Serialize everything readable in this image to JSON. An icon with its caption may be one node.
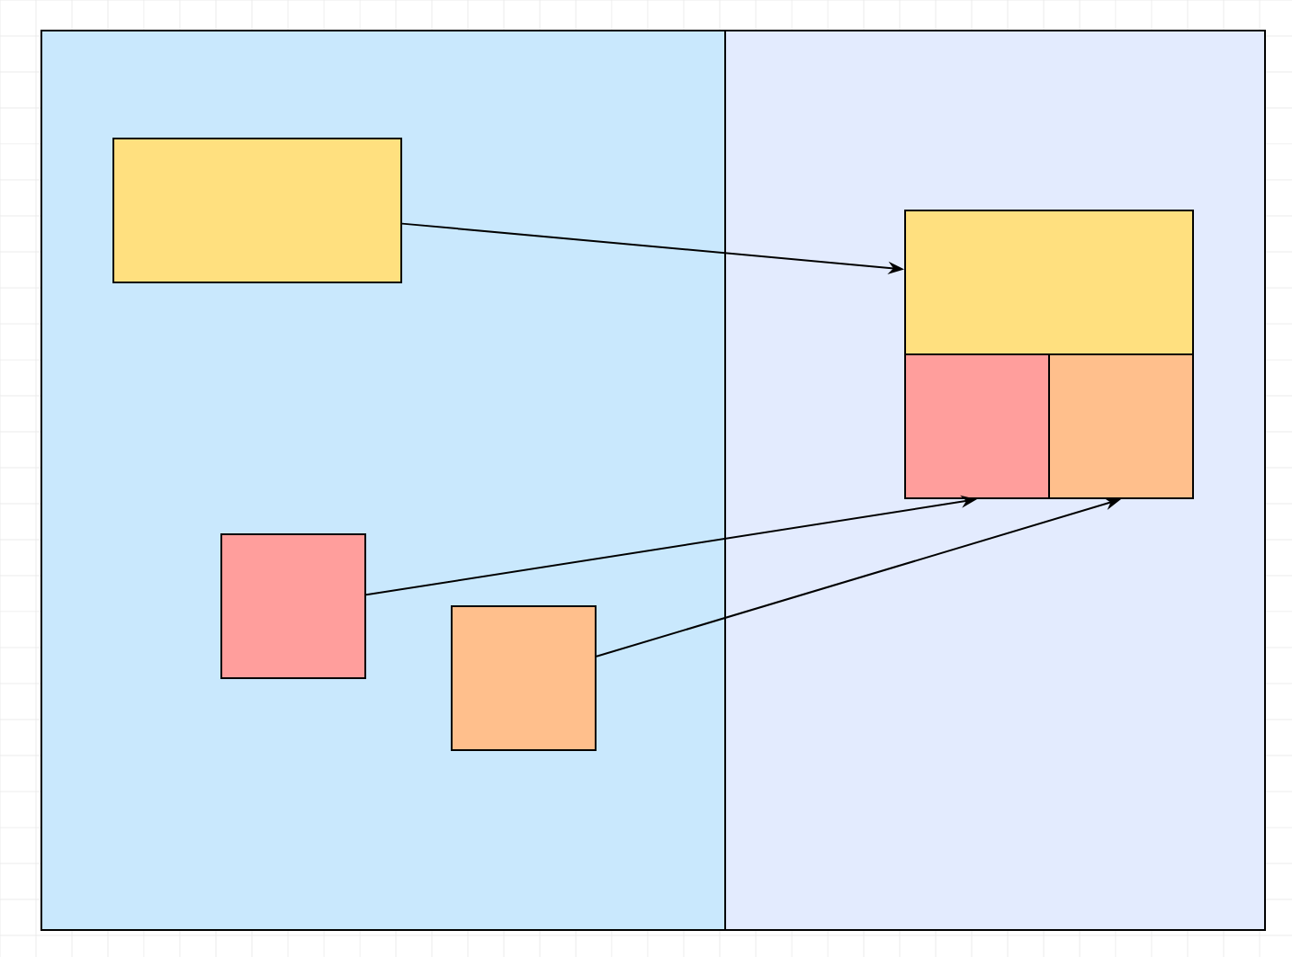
{
  "diagram": {
    "nodes": [
      {
        "text": [],
        "shape": "box"
      },
      {
        "text": [],
        "shape": "box"
      },
      {
        "text": [],
        "shape": "box",
        "in": 0
      },
      {
        "text": [],
        "shape": "box",
        "in": 0
      },
      {
        "text": [],
        "shape": "box",
        "in": 0
      },
      {
        "text": [],
        "shape": "box",
        "in": 1
      },
      {
        "text": [],
        "shape": "box",
        "in": 1
      },
      {
        "text": [],
        "shape": "box",
        "in": 1
      }
    ],
    "edges": [
      {
        "from": 2,
        "to": 5,
        "arrow": "to"
      },
      {
        "from": 3,
        "to": 6,
        "arrow": "to"
      },
      {
        "from": 4,
        "to": 7,
        "arrow": "to"
      }
    ]
  }
}
